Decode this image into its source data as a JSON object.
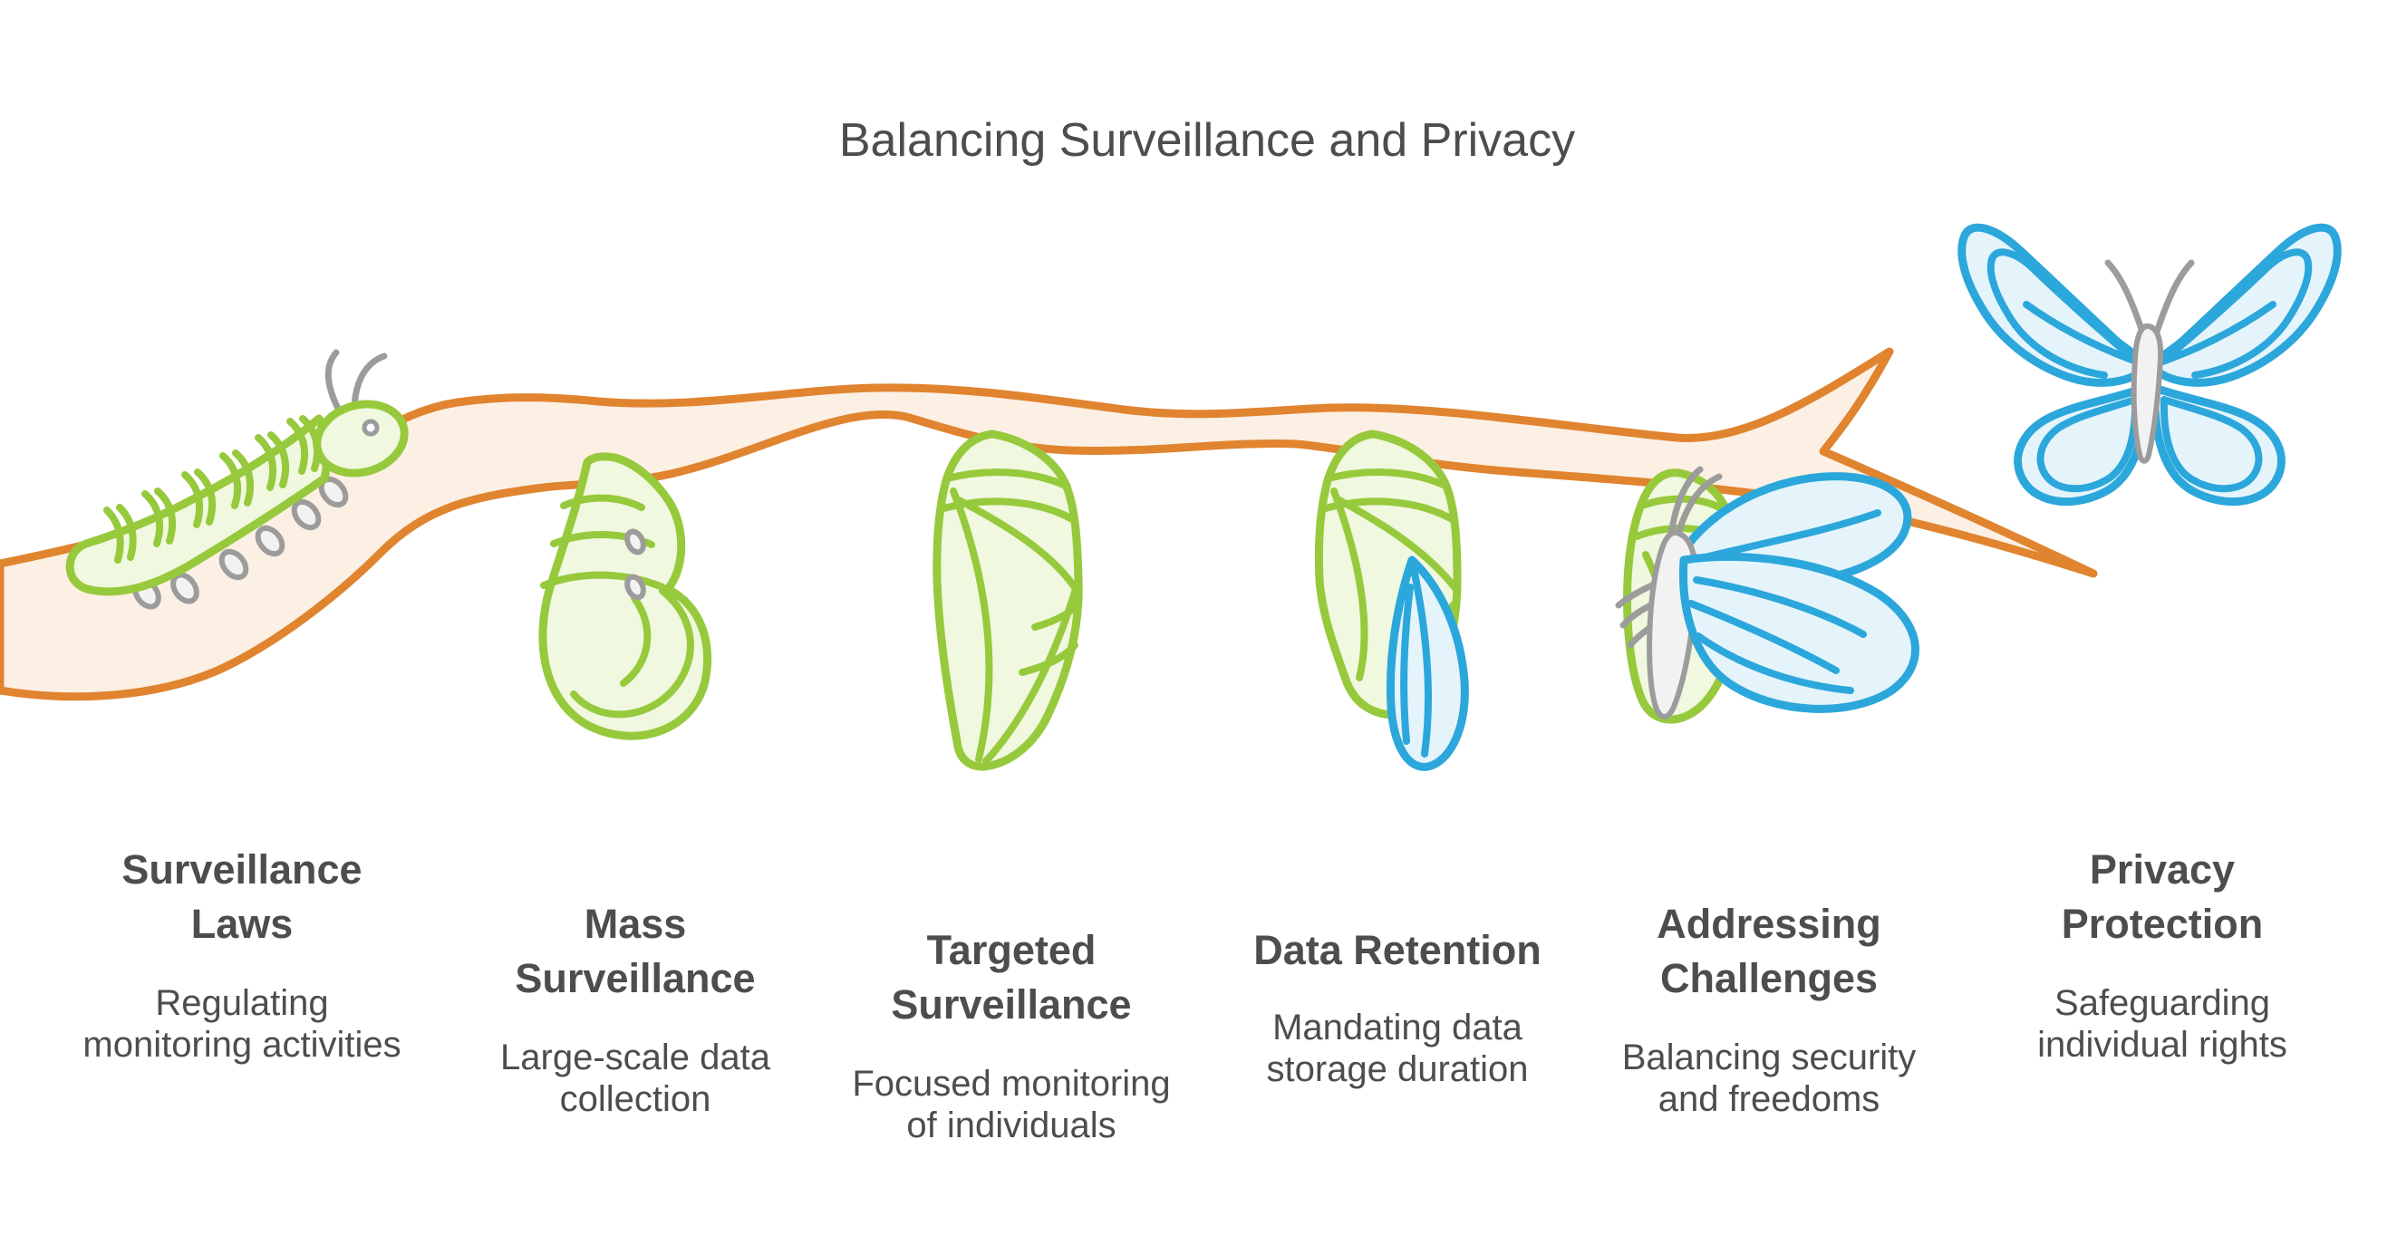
{
  "title": {
    "text": "Balancing Surveillance and Privacy"
  },
  "colors": {
    "accent_green": "#97C93C",
    "green_fill": "#F0F8DF",
    "accent_orange": "#E0842F",
    "orange_fill": "#FCEFE3",
    "accent_blue": "#2BA7DB",
    "blue_fill": "#E5F4FB",
    "gray": "#9C9C9C",
    "text": "#4D4D4D",
    "background": "#FFFFFF"
  },
  "stages": [
    {
      "name": "surveillance-laws",
      "icon": "caterpillar-icon",
      "heading1": "Surveillance",
      "heading2": "Laws",
      "sub1": "Regulating",
      "sub2": "monitoring activities"
    },
    {
      "name": "mass-surveillance",
      "icon": "curling-caterpillar-icon",
      "heading1": "Mass",
      "heading2": "Surveillance",
      "sub1": "Large-scale data",
      "sub2": "collection"
    },
    {
      "name": "targeted-surveillance",
      "icon": "chrysalis-icon",
      "heading1": "Targeted",
      "heading2": "Surveillance",
      "sub1": "Focused monitoring",
      "sub2": "of individuals"
    },
    {
      "name": "data-retention",
      "icon": "chrysalis-wing-icon",
      "heading1": "Data Retention",
      "sub1": "Mandating data",
      "sub2": "storage duration"
    },
    {
      "name": "addressing-challenges",
      "icon": "emerging-butterfly-icon",
      "heading1": "Addressing",
      "heading2": "Challenges",
      "sub1": "Balancing security",
      "sub2": "and freedoms"
    },
    {
      "name": "privacy-protection",
      "icon": "butterfly-icon",
      "heading1": "Privacy",
      "heading2": "Protection",
      "sub1": "Safeguarding",
      "sub2": "individual rights"
    }
  ]
}
